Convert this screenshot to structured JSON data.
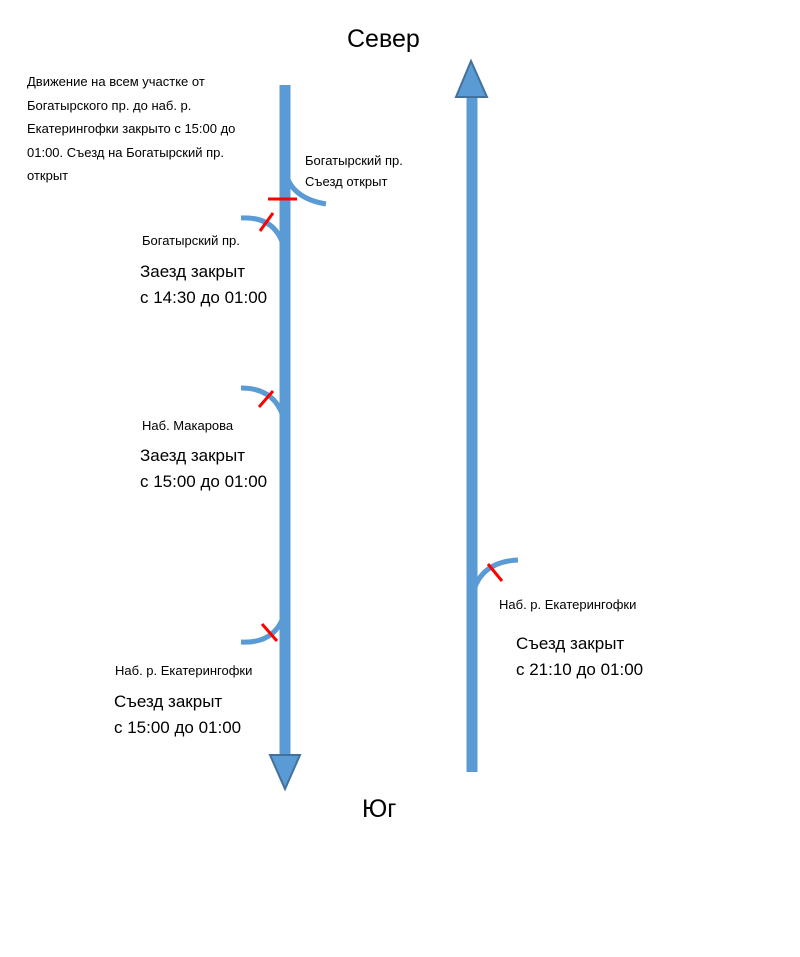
{
  "colors": {
    "road": "#5b9bd5",
    "arrow_head": "#5b9bd5",
    "arrow_outline": "#41719c",
    "closure": "#ff0000",
    "text": "#000000",
    "background": "#ffffff"
  },
  "directions": {
    "north": "Север",
    "south": "Юг"
  },
  "general_note": "Движение на всем участке от\nБогатырского пр. до наб. р.\nЕкатерингофки закрыто с 15:00 до\n01:00. Съезд на Богатырский пр.\nоткрыт",
  "southbound": {
    "direction": "south",
    "ramps": [
      {
        "name": "Богатырский пр.",
        "status": "Съезд открыт",
        "closed": false
      },
      {
        "name": "Богатырский пр.",
        "status": "Заезд закрыт",
        "time": "с 14:30 до 01:00",
        "closed": true
      },
      {
        "name": "Наб. Макарова",
        "status": "Заезд закрыт",
        "time": "с 15:00 до 01:00",
        "closed": true
      },
      {
        "name": "Наб. р. Екатерингофки",
        "status": "Съезд закрыт",
        "time": "с 15:00 до 01:00",
        "closed": true
      }
    ]
  },
  "northbound": {
    "direction": "north",
    "ramps": [
      {
        "name": "Наб. р. Екатерингофки",
        "status": "Съезд закрыт",
        "time": "с 21:10 до 01:00",
        "closed": true
      }
    ]
  }
}
